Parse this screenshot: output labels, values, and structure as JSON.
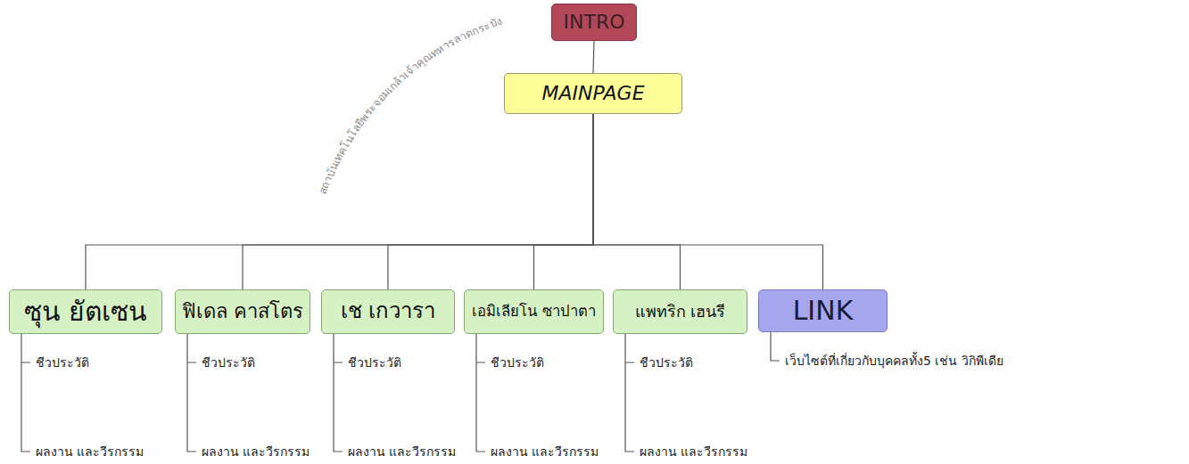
{
  "diagram": {
    "nodes": [
      {
        "text": [
          "INTRO"
        ]
      },
      {
        "text": [
          "MAINPAGE"
        ]
      },
      {
        "text": [
          "ซุน ยัตเซน"
        ]
      },
      {
        "text": [
          "ฟิเดล คาสโตร"
        ]
      },
      {
        "text": [
          "เช เกวารา"
        ]
      },
      {
        "text": [
          "เอมิเลียโน ซาปาตา"
        ]
      },
      {
        "text": [
          "แพทริก เฮนรี"
        ]
      },
      {
        "text": [
          "LINK"
        ]
      }
    ],
    "edges": [
      {
        "from": 0,
        "to": 1,
        "arrow": "none"
      },
      {
        "from": 1,
        "to": 2,
        "arrow": "none"
      },
      {
        "from": 1,
        "to": 3,
        "arrow": "none"
      },
      {
        "from": 1,
        "to": 4,
        "arrow": "none"
      },
      {
        "from": 1,
        "to": 5,
        "arrow": "none"
      },
      {
        "from": 1,
        "to": 6,
        "arrow": "none"
      },
      {
        "from": 1,
        "to": 7,
        "arrow": "none"
      }
    ],
    "labels": [
      "ชีวประวัติ",
      "ผลงาน และวีรกรรม",
      "ชีวประวัติ",
      "ผลงาน และวีรกรรม",
      "ชีวประวัติ",
      "ผลงาน และวีรกรรม",
      "ชีวประวัติ",
      "ผลงาน และวีรกรรม",
      "ชีวประวัติ",
      "ผลงาน และวีรกรรม",
      "เว็บไซต์ที่เกี่ยวกับบุคคลทั้ง5 เช่น วิกิพีเดีย",
      "สถาบันเทคโนโลยีพระจอมเกล้าเจ้าคุณทหารลาดกระบัง"
    ]
  }
}
